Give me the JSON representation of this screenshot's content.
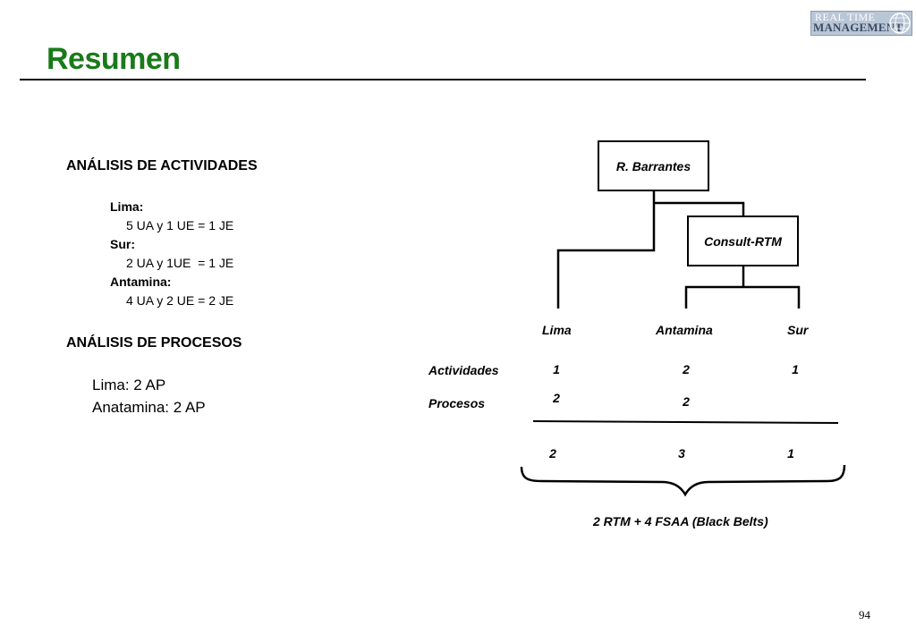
{
  "header": {
    "title": "Resumen",
    "logo_line1": "REAL TIME",
    "logo_line2": "MANAGEMENT"
  },
  "actividades": {
    "heading": "ANÁLISIS DE ACTIVIDADES",
    "items": [
      {
        "label": "Lima:",
        "value": "5 UA y 1 UE = 1 JE"
      },
      {
        "label": "Sur:",
        "value": "2 UA y 1UE  = 1 JE"
      },
      {
        "label": "Antamina:",
        "value": "4 UA y 2 UE = 2 JE"
      }
    ]
  },
  "procesos": {
    "heading": "ANÁLISIS DE PROCESOS",
    "lines": [
      "Lima: 2 AP",
      "Anatamina: 2 AP"
    ]
  },
  "org_chart": {
    "root": "R. Barrantes",
    "consult": "Consult-RTM",
    "branches": [
      "Lima",
      "Antamina",
      "Sur"
    ]
  },
  "summary_table": {
    "rows": [
      {
        "label": "Actividades",
        "values": [
          "1",
          "2",
          "1"
        ]
      },
      {
        "label": "Procesos",
        "values": [
          "2",
          "2",
          ""
        ]
      }
    ],
    "totals": [
      "2",
      "3",
      "1"
    ],
    "conclusion": "2 RTM + 4 FSAA (Black Belts)"
  },
  "footer": {
    "page_number": "94"
  }
}
